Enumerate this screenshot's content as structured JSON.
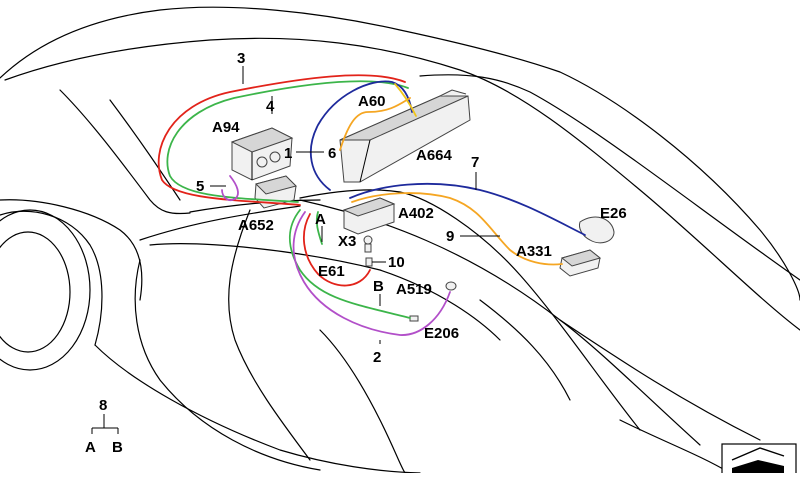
{
  "callouts": {
    "c1": "1",
    "c2": "2",
    "c3": "3",
    "c4": "4",
    "c5": "5",
    "c6": "6",
    "c7": "7",
    "c8": "8",
    "c9": "9",
    "c10": "10",
    "a": "A",
    "b": "B",
    "legend_a": "A",
    "legend_b": "B"
  },
  "components": {
    "a60": "A60",
    "a94": "A94",
    "a664": "A664",
    "a652": "A652",
    "a402": "A402",
    "x3": "X3",
    "e61": "E61",
    "e26": "E26",
    "a331": "A331",
    "a519": "A519",
    "e206": "E206"
  },
  "colors": {
    "red": "#e2231a",
    "green": "#3cb54a",
    "blue": "#1e2a9c",
    "orange": "#f5a623",
    "purple": "#b24fc9",
    "yellow": "#f0c419"
  }
}
